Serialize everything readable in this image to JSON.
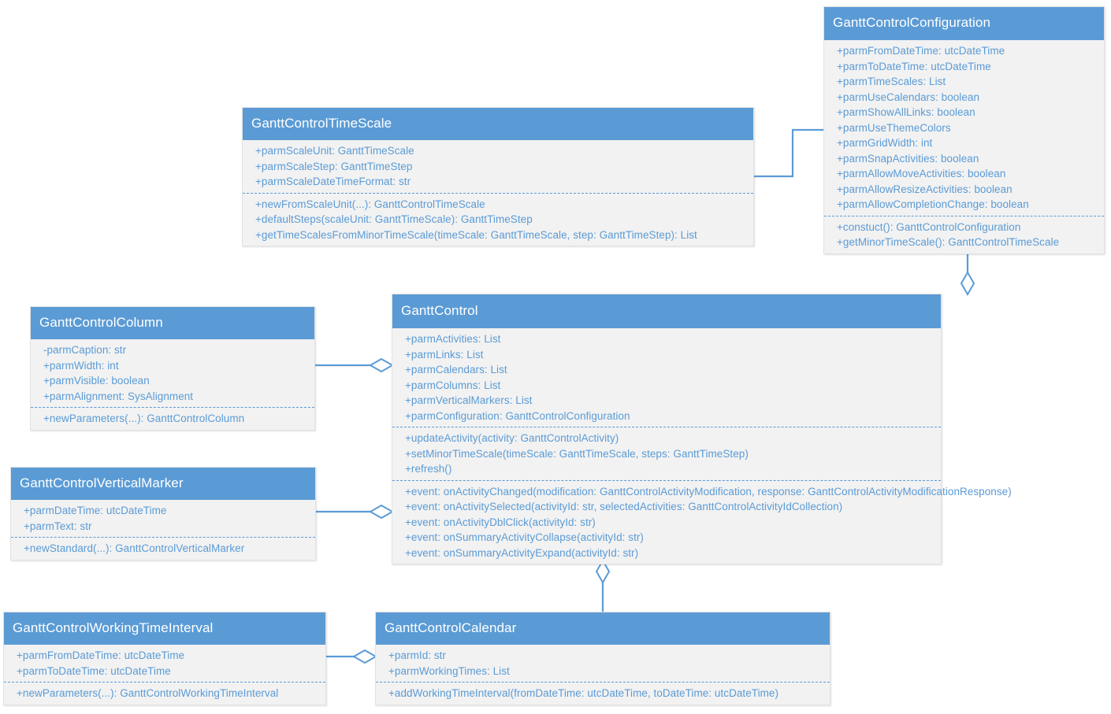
{
  "diagram": {
    "title": "GanttControl UML class diagram",
    "colors": {
      "header_fill": "#5b9bd5",
      "body_fill": "#f2f2f2",
      "text": "#5b9bd5",
      "header_text": "#ffffff",
      "connector": "#5b9bd5",
      "page_background": "#ffffff"
    }
  },
  "classes": {
    "configuration": {
      "name": "GanttControlConfiguration",
      "attributes": [
        "+parmFromDateTime: utcDateTime",
        "+parmToDateTime: utcDateTime",
        "+parmTimeScales: List",
        "+parmUseCalendars: boolean",
        "+parmShowAllLinks: boolean",
        "+parmUseThemeColors",
        "+parmGridWidth: int",
        "+parmSnapActivities: boolean",
        "+parmAllowMoveActivities: boolean",
        "+parmAllowResizeActivities: boolean",
        "+parmAllowCompletionChange: boolean"
      ],
      "methods": [
        "+constuct(): GanttControlConfiguration",
        "+getMinorTimeScale(): GanttControlTimeScale"
      ]
    },
    "timescale": {
      "name": "GanttControlTimeScale",
      "attributes": [
        "+parmScaleUnit: GanttTimeScale",
        "+parmScaleStep: GanttTimeStep",
        "+parmScaleDateTimeFormat: str"
      ],
      "methods": [
        "+newFromScaleUnit(...): GanttControlTimeScale",
        "+defaultSteps(scaleUnit: GanttTimeScale): GanttTimeStep",
        "+getTimeScalesFromMinorTimeScale(timeScale: GanttTimeScale, step: GanttTimeStep): List"
      ]
    },
    "column": {
      "name": "GanttControlColumn",
      "attributes": [
        "-parmCaption: str",
        "+parmWidth: int",
        "+parmVisible: boolean",
        "+parmAlignment: SysAlignment"
      ],
      "methods": [
        "+newParameters(...): GanttControlColumn"
      ]
    },
    "ganttcontrol": {
      "name": "GanttControl",
      "attributes": [
        "+parmActivities: List",
        "+parmLinks: List",
        "+parmCalendars: List",
        "+parmColumns: List",
        "+parmVerticalMarkers: List",
        "+parmConfiguration: GanttControlConfiguration"
      ],
      "methods": [
        "+updateActivity(activity: GanttControlActivity)",
        "+setMinorTimeScale(timeScale: GanttTimeScale, steps: GanttTimeStep)",
        "+refresh()"
      ],
      "events": [
        "+event: onActivityChanged(modification: GanttControlActivityModification, response: GanttControlActivityModificationResponse)",
        "+event: onActivitySelected(activityId: str, selectedActivities: GanttControlActivityIdCollection)",
        "+event: onActivityDblClick(activityId: str)",
        "+event: onSummaryActivityCollapse(activityId: str)",
        "+event: onSummaryActivityExpand(activityId: str)"
      ]
    },
    "verticalmarker": {
      "name": "GanttControlVerticalMarker",
      "attributes": [
        "+parmDateTime: utcDateTime",
        "+parmText: str"
      ],
      "methods": [
        "+newStandard(...): GanttControlVerticalMarker"
      ]
    },
    "workingtime": {
      "name": "GanttControlWorkingTimeInterval",
      "attributes": [
        "+parmFromDateTime: utcDateTime",
        "+parmToDateTime: utcDateTime"
      ],
      "methods": [
        "+newParameters(...): GanttControlWorkingTimeInterval"
      ]
    },
    "calendar": {
      "name": "GanttControlCalendar",
      "attributes": [
        "+parmId: str",
        "+parmWorkingTimes: List"
      ],
      "methods": [
        "+addWorkingTimeInterval(fromDateTime: utcDateTime, toDateTime: utcDateTime)"
      ]
    }
  },
  "relationships": [
    {
      "name": "timescale-to-configuration",
      "type": "aggregation",
      "from": "GanttControlTimeScale",
      "to": "GanttControlConfiguration"
    },
    {
      "name": "configuration-to-ganttcontrol",
      "type": "aggregation",
      "from": "GanttControlConfiguration",
      "to": "GanttControl"
    },
    {
      "name": "column-to-ganttcontrol",
      "type": "aggregation",
      "from": "GanttControlColumn",
      "to": "GanttControl"
    },
    {
      "name": "verticalmarker-to-ganttcontrol",
      "type": "aggregation",
      "from": "GanttControlVerticalMarker",
      "to": "GanttControl"
    },
    {
      "name": "calendar-to-ganttcontrol",
      "type": "aggregation",
      "from": "GanttControlCalendar",
      "to": "GanttControl"
    },
    {
      "name": "workingtime-to-calendar",
      "type": "aggregation",
      "from": "GanttControlWorkingTimeInterval",
      "to": "GanttControlCalendar"
    }
  ]
}
